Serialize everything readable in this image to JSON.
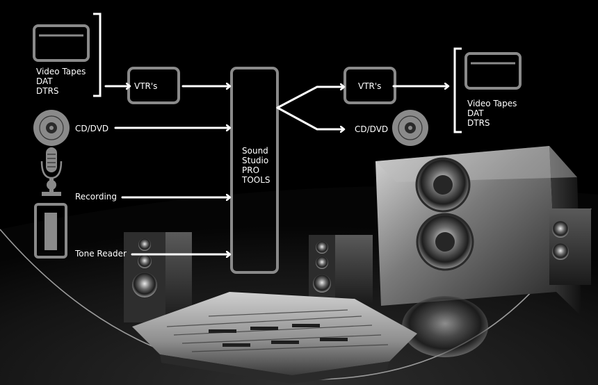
{
  "sources": {
    "tapes": [
      "Video Tapes",
      "DAT",
      "DTRS"
    ],
    "cd_dvd": "CD/DVD",
    "recording": "Recording",
    "tone_reader": "Tone Reader"
  },
  "vtr_in": "VTR's",
  "studio": [
    "Sound",
    "Studio",
    "PRO",
    "TOOLS"
  ],
  "outputs": {
    "vtr_out": "VTR's",
    "cd_dvd": "CD/DVD",
    "tapes": [
      "Video Tapes",
      "DAT",
      "DTRS"
    ]
  },
  "colors": {
    "background": "#000000",
    "icon_gray": "#8a8a8a",
    "arrow_white": "#ffffff",
    "label_white": "#ffffff"
  }
}
